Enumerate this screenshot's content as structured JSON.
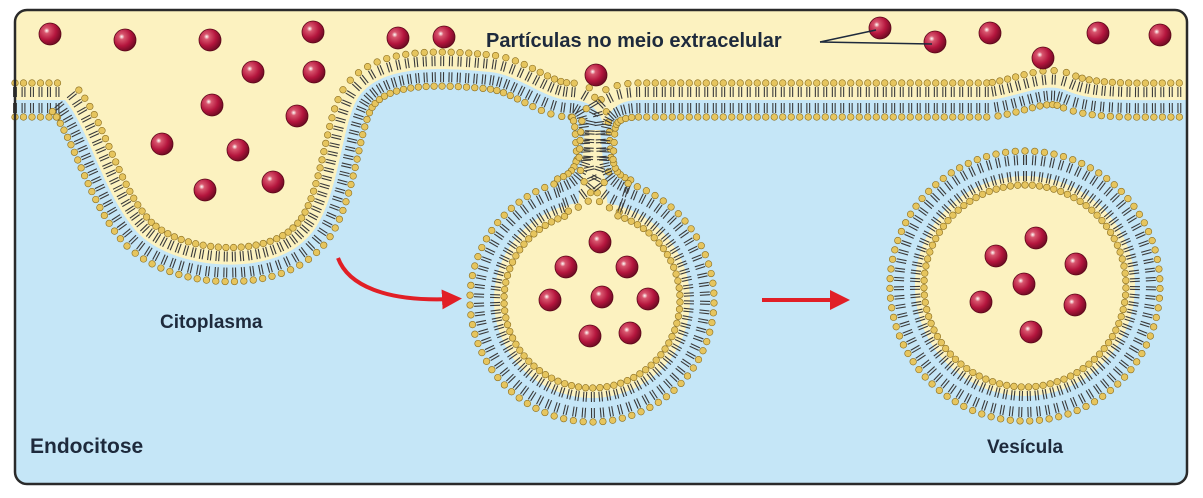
{
  "labels": {
    "particles": "Partículas no meio extracelular",
    "cytoplasm": "Citoplasma",
    "title": "Endocitose",
    "vesicle": "Vesícula"
  },
  "colors": {
    "extracellular": "#FCF2C0",
    "cytoplasm": "#C5E6F7",
    "membrane_head": "#E6C55E",
    "membrane_tail": "#3A3A3A",
    "particle": "#B4153D",
    "arrow": "#E11F26",
    "frame": "#2A2A2A",
    "text": "#1E2A3C"
  },
  "icons": {
    "particle": "red-sphere-particle-icon",
    "arrow": "red-right-arrow-icon"
  }
}
